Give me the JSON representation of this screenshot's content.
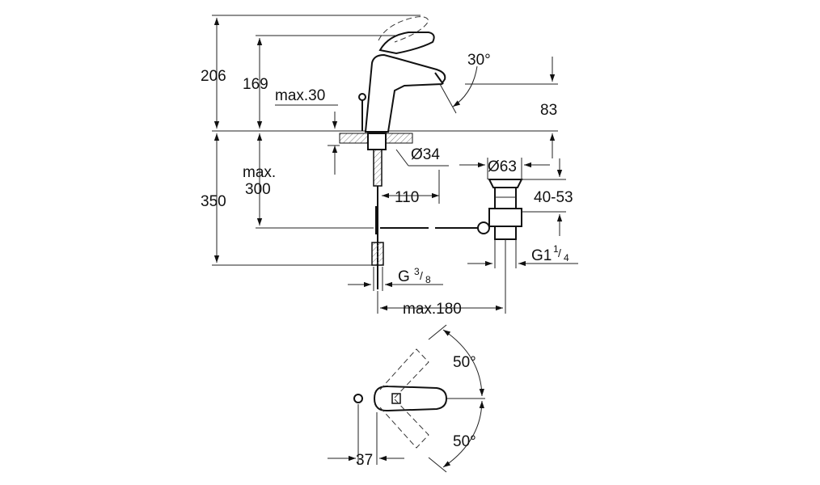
{
  "dimensions": {
    "height_206": "206",
    "height_169": "169",
    "max30": "max.30",
    "angle_30": "30°",
    "height_83": "83",
    "diam_34": "Ø34",
    "max_label": "max.",
    "max_300_value": "300",
    "dist_110": "110",
    "height_350": "350",
    "diam_63": "Ø63",
    "range_40_53": "40-53",
    "g114_prefix": "G1",
    "g114_num": "1",
    "g114_den": "4",
    "g38_prefix": "G",
    "g38_num": "3",
    "g38_den": "8",
    "max180": "max.180",
    "angle_50_top": "50°",
    "angle_50_bottom": "50°",
    "dist_37": "37"
  }
}
